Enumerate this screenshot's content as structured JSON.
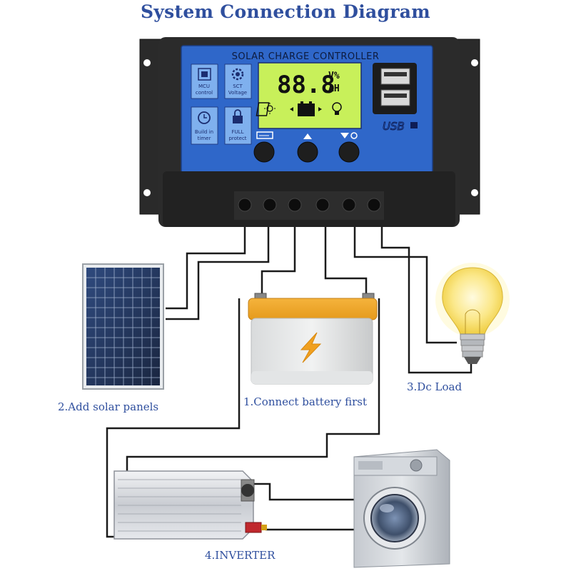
{
  "title": "System Connection Diagram",
  "controller": {
    "label": "SOLAR CHARGE CONTROLLER",
    "lcd_value": "88.8",
    "lcd_unit_top": "V%",
    "lcd_unit_bottom": "AH",
    "usb_label": "USB",
    "icons": [
      {
        "name": "MCU control",
        "line1": "MCU",
        "line2": "control"
      },
      {
        "name": "SCT Voltage",
        "line1": "SCT",
        "line2": "Voltage"
      },
      {
        "name": "Build in timer",
        "line1": "Build in",
        "line2": "timer"
      },
      {
        "name": "FULL protect",
        "line1": "FULL",
        "line2": "protect"
      }
    ]
  },
  "labels": {
    "battery": "1.Connect battery first",
    "solar": "2.Add solar panels",
    "load": "3.Dc Load",
    "inverter": "4.INVERTER"
  }
}
